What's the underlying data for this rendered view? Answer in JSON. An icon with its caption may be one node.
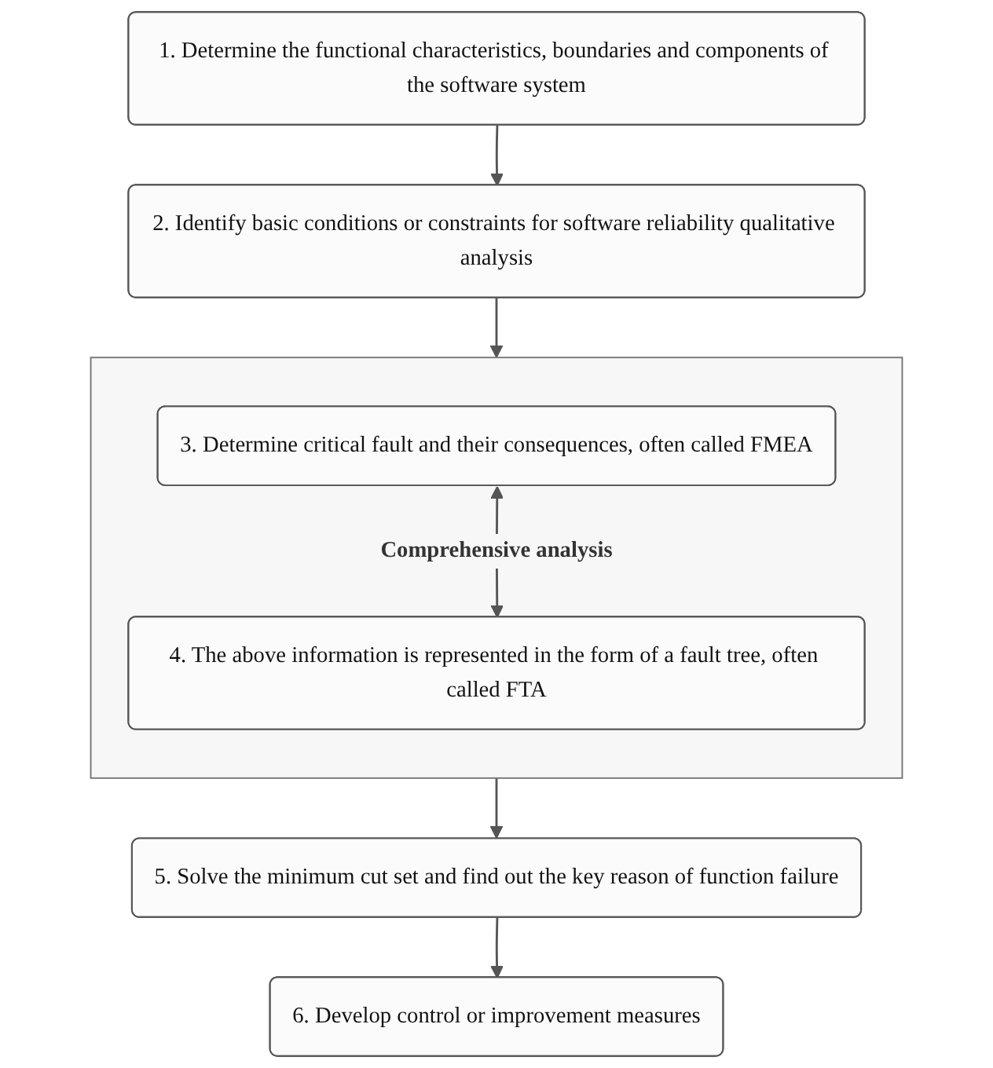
{
  "diagram": {
    "nodes": [
      {
        "text": [
          "1. Determine the functional characteristics, boundaries and components of the software system"
        ]
      },
      {
        "text": [
          "2. Identify basic conditions or constraints for software reliability qualitative analysis"
        ]
      },
      {
        "text": [],
        "shape": "box"
      },
      {
        "text": [
          "3. Determine critical fault and their consequences, often called FMEA"
        ],
        "in": 2
      },
      {
        "text": [
          "4. The above information is represented in the form of a fault tree, often called FTA"
        ],
        "in": 2
      },
      {
        "text": [
          "5. Solve the minimum cut set and find out the key reason of function failure"
        ]
      },
      {
        "text": [
          "6. Develop control or improvement measures"
        ]
      }
    ],
    "edges": [
      {
        "from": 0,
        "to": 1,
        "arrow": "to"
      },
      {
        "from": 1,
        "to": 2,
        "arrow": "to"
      },
      {
        "from": 3,
        "to": 4,
        "arrow": "both",
        "label": "Comprehensive analysis"
      },
      {
        "from": 2,
        "to": 5,
        "arrow": "to"
      },
      {
        "from": 5,
        "to": 6,
        "arrow": "to"
      }
    ]
  }
}
